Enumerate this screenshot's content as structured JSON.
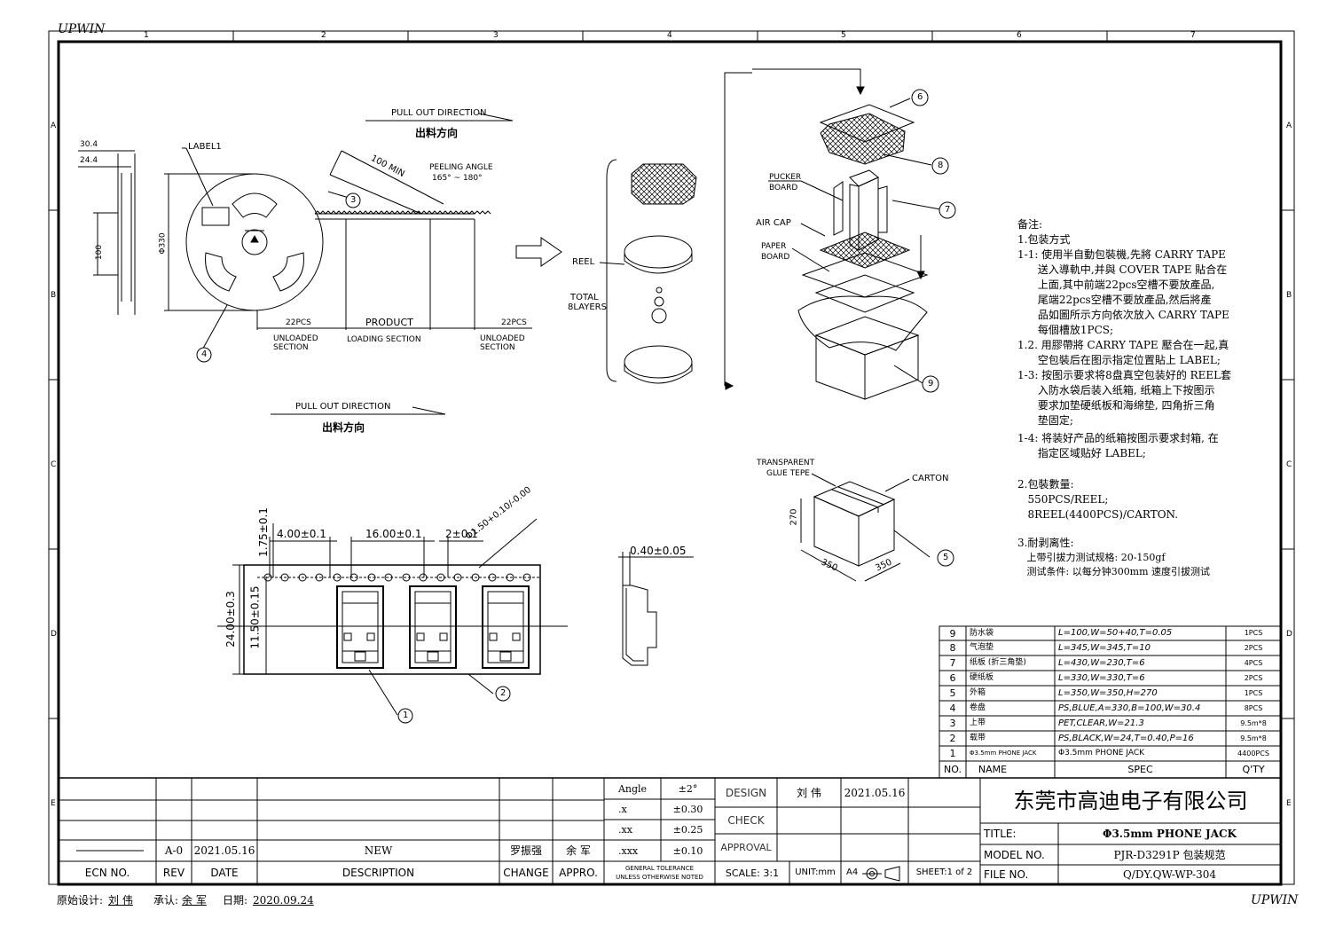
{
  "brand": "UPWIN",
  "zones": {
    "cols": [
      "1",
      "2",
      "3",
      "4",
      "5",
      "6",
      "7"
    ],
    "rows": [
      "A",
      "B",
      "C",
      "D",
      "E"
    ]
  },
  "reel_view": {
    "dim_30_4": "30.4",
    "dim_24_4": "24.4",
    "dim_100": "100",
    "dim_330": "Φ330",
    "label1": "LABEL1",
    "pull_out_top_en": "PULL OUT DIRECTION",
    "pull_out_top_cn": "出料方向",
    "min_100": "100 MIN",
    "peeling_angle_label": "PEELING ANGLE",
    "peeling_angle_value": "165° ~ 180°",
    "sec_22pcs_left": "22PCS",
    "sec_product": "PRODUCT",
    "sec_22pcs_right": "22PCS",
    "sec_unloaded_left": "UNLOADED\nSECTION",
    "sec_loading": "LOADING SECTION",
    "sec_unloaded_right": "UNLOADED\nSECTION",
    "pull_out_bottom_en": "PULL OUT DIRECTION",
    "pull_out_bottom_cn": "出料方向",
    "balloon_3": "3",
    "balloon_4": "4"
  },
  "stack_view": {
    "reel": "REEL",
    "total": "TOTAL",
    "layers": "8LAYERS"
  },
  "exploded_view": {
    "pucker_board_1": "PUCKER",
    "pucker_board_2": "BOARD",
    "air_cap": "AIR CAP",
    "paper_board_1": "PAPER",
    "paper_board_2": "BOARD",
    "balloon_6": "6",
    "balloon_7": "7",
    "balloon_8": "8",
    "balloon_9": "9"
  },
  "carton_view": {
    "transparent_1": "TRANSPARENT",
    "transparent_2": "GLUE TEPE",
    "carton": "CARTON",
    "dim_270": "270",
    "dim_350a": "350",
    "dim_350b": "350",
    "balloon_5": "5"
  },
  "tape_view": {
    "dim_4": "4.00±0.1",
    "dim_16": "16.00±0.1",
    "dim_2": "2±0.1",
    "dim_hole": "Φ1.50+0.10/-0.00",
    "dim_175": "1.75±0.1",
    "dim_24": "24.00±0.3",
    "dim_1150": "11.50±0.15",
    "dim_thk": "0.40±0.05",
    "balloon_1": "1",
    "balloon_2": "2"
  },
  "notes": {
    "heading": "备注:",
    "lines": [
      "1.包装方式",
      "1-1: 使用半自動包裝機,先將 CARRY TAPE",
      "      送入導軌中,并與 COVER TAPE 貼合在",
      "      上面,其中前端22pcs空槽不要放產品,",
      "      尾端22pcs空槽不要放產品,然后將產",
      "      品如圖所示方向依次放入 CARRY TAPE",
      "      每個槽放1PCS;",
      "1.2. 用膠帶將 CARRY TAPE 壓合在一起,真",
      "      空包裝后在图示指定位置貼上 LABEL;",
      "1-3: 按图示要求将8盘真空包装好的 REEL套",
      "      入防水袋后装入纸箱, 纸箱上下按图示",
      "      要求加垫硬纸板和海绵垫, 四角折三角",
      "      垫固定;",
      "1-4: 将装好产品的纸箱按图示要求封箱, 在",
      "      指定区域贴好 LABEL;",
      "",
      "2.包裝數量:",
      "   550PCS/REEL;",
      "   8REEL(4400PCS)/CARTON.",
      "",
      "3.耐剥离性:",
      "   上带引拔力测试规格: 20-150gf",
      "   测试条件: 以每分钟300mm 速度引拔测试"
    ]
  },
  "bom": {
    "rows": [
      {
        "no": "9",
        "name": "防水袋",
        "spec": "L=100,W=50+40,T=0.05",
        "qty": "1PCS"
      },
      {
        "no": "8",
        "name": "气泡垫",
        "spec": "L=345,W=345,T=10",
        "qty": "2PCS"
      },
      {
        "no": "7",
        "name": "纸板 (折三角垫)",
        "spec": "L=430,W=230,T=6",
        "qty": "4PCS"
      },
      {
        "no": "6",
        "name": "硬纸板",
        "spec": "L=330,W=330,T=6",
        "qty": "2PCS"
      },
      {
        "no": "5",
        "name": "外箱",
        "spec": "L=350,W=350,H=270",
        "qty": "1PCS"
      },
      {
        "no": "4",
        "name": "卷盘",
        "spec": "PS,BLUE,A=330,B=100,W=30.4",
        "qty": "8PCS"
      },
      {
        "no": "3",
        "name": "上带",
        "spec": "PET,CLEAR,W=21.3",
        "qty": "9.5m*8"
      },
      {
        "no": "2",
        "name": "载带",
        "spec": "PS,BLACK,W=24,T=0.40,P=16",
        "qty": "9.5m*8"
      },
      {
        "no": "1",
        "name": "Φ3.5mm PHONE JACK",
        "spec": "Φ3.5mm PHONE JACK",
        "qty": "4400PCS"
      }
    ],
    "header": {
      "no": "NO.",
      "name": "NAME",
      "spec": "SPEC",
      "qty": "Q'TY"
    }
  },
  "title_block": {
    "rev_value": "A-0",
    "date_value": "2021.05.16",
    "desc_value": "NEW",
    "change_value": "罗振强",
    "appro_value": "余 军",
    "ecn_label": "ECN NO.",
    "rev_label": "REV",
    "date_label": "DATE",
    "desc_label": "DESCRIPTION",
    "change_label": "CHANGE",
    "appro_label": "APPRO.",
    "tol_angle_label": "Angle",
    "tol_angle": "±2°",
    "tol_x_label": ".x",
    "tol_x": "±0.30",
    "tol_xx_label": ".xx",
    "tol_xx": "±0.25",
    "tol_xxx_label": ".xxx",
    "tol_xxx": "±0.10",
    "general_tol_1": "GENERAL TOLERANCE",
    "general_tol_2": "UNLESS OTHERWISE NOTED",
    "design_label": "DESIGN",
    "designer": "刘 伟",
    "design_date": "2021.05.16",
    "check_label": "CHECK",
    "approval_label": "APPROVAL",
    "scale": "SCALE: 3:1",
    "unit": "UNIT:mm",
    "paper": "A4",
    "sheet": "SHEET:1 of 2",
    "company": "东莞市高迪电子有限公司",
    "title_label": "TITLE:",
    "title_value": "Φ3.5mm PHONE JACK",
    "model_label": "MODEL NO.",
    "model_value": "PJR-D3291P 包装规范",
    "file_label": "FILE NO.",
    "file_value": "Q/DY.QW-WP-304"
  },
  "footer": {
    "original_label": "原始设计:",
    "original_value": "刘 伟",
    "approve_label": "承认:",
    "approve_value": "余 军",
    "date_label": "日期:",
    "date_value": "2020.09.24"
  }
}
